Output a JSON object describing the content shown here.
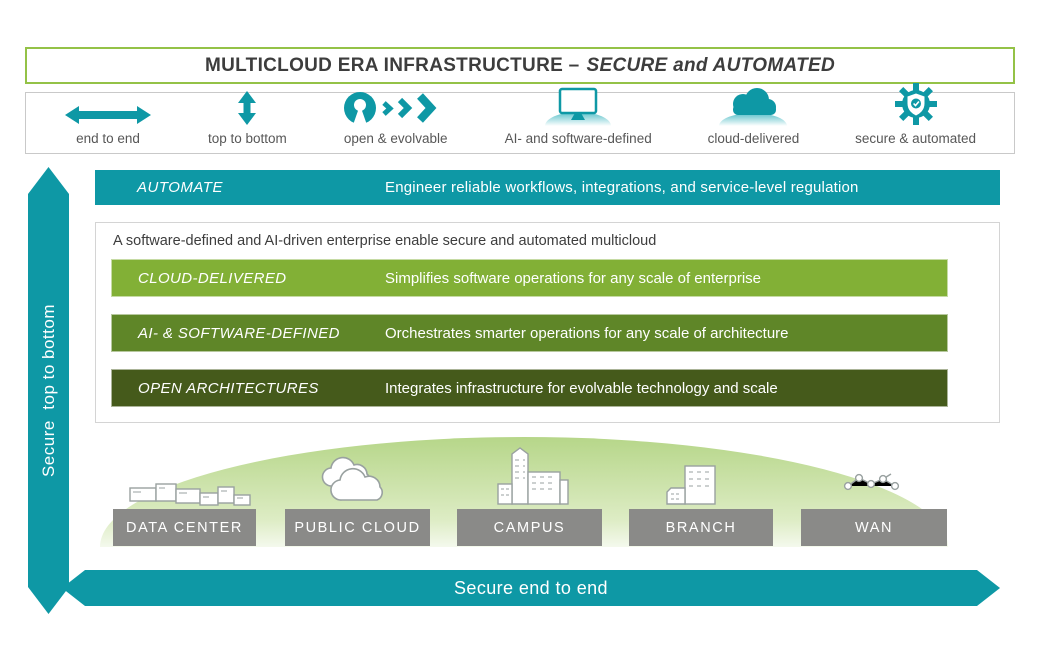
{
  "title": {
    "main": "MULTICLOUD ERA INFRASTRUCTURE –",
    "italic": "SECURE and AUTOMATED"
  },
  "features": [
    {
      "icon": "horizontal-double-arrow-icon",
      "label": "end to end"
    },
    {
      "icon": "vertical-double-arrow-icon",
      "label": "top to bottom"
    },
    {
      "icon": "open-source-chevrons-icon",
      "label": "open & evolvable"
    },
    {
      "icon": "laptop-icon",
      "label": "AI- and software-defined"
    },
    {
      "icon": "cloud-icon",
      "label": "cloud-delivered"
    },
    {
      "icon": "gear-shield-check-icon",
      "label": "secure & automated"
    }
  ],
  "automate_bar": {
    "label": "AUTOMATE",
    "description": "Engineer reliable workflows, integrations, and service-level regulation"
  },
  "enterprise_box": {
    "caption": "A software-defined and AI-driven enterprise enable secure and automated multicloud",
    "layers": [
      {
        "label": "CLOUD-DELIVERED",
        "description": "Simplifies software operations for any scale of enterprise",
        "color": "#82b036"
      },
      {
        "label": "AI- & SOFTWARE-DEFINED",
        "description": "Orchestrates smarter operations for any scale of architecture",
        "color": "#5f8628"
      },
      {
        "label": "OPEN ARCHITECTURES",
        "description": "Integrates infrastructure for evolvable technology and scale",
        "color": "#455a1b"
      }
    ]
  },
  "domains": [
    {
      "icon": "data-center-icon",
      "label": "DATA CENTER"
    },
    {
      "icon": "public-cloud-icon",
      "label": "PUBLIC CLOUD"
    },
    {
      "icon": "campus-icon",
      "label": "CAMPUS"
    },
    {
      "icon": "branch-icon",
      "label": "BRANCH"
    },
    {
      "icon": "wan-icon",
      "label": "WAN"
    }
  ],
  "arrows": {
    "left_vertical": "Secure  top to bottom",
    "bottom_horizontal": "Secure end to end"
  },
  "colors": {
    "teal": "#0e98a5",
    "title_border_green": "#94c247",
    "layer_light_green": "#82b036",
    "layer_mid_green": "#5f8628",
    "layer_dark_green": "#455a1b",
    "hill_green": "#b6d689",
    "domain_gray": "#8a8a88",
    "text_dark": "#3d3d3d",
    "text_gray": "#575757"
  }
}
